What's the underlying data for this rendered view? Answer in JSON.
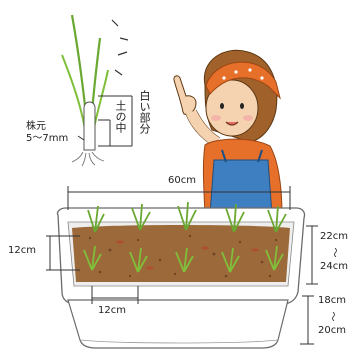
{
  "labels": {
    "white_part": "白い部分",
    "in_soil": "土の中",
    "root_base_title": "株元",
    "root_base_size": "5〜7mm",
    "planter_length": "60cm",
    "row_spacing": "12cm",
    "plant_spacing": "12cm",
    "planter_height_top": "22cm",
    "planter_height_bottom": "24cm",
    "planter_base_top": "18cm",
    "planter_base_bottom": "20cm",
    "tilde": "〜"
  },
  "colors": {
    "leaf_green": "#7fbf3a",
    "soil": "#8b5a2b",
    "apron_blue": "#3d7fc1",
    "bandana_orange": "#e6702a",
    "hair_brown": "#a0622a",
    "skin": "#f6d3b0"
  }
}
